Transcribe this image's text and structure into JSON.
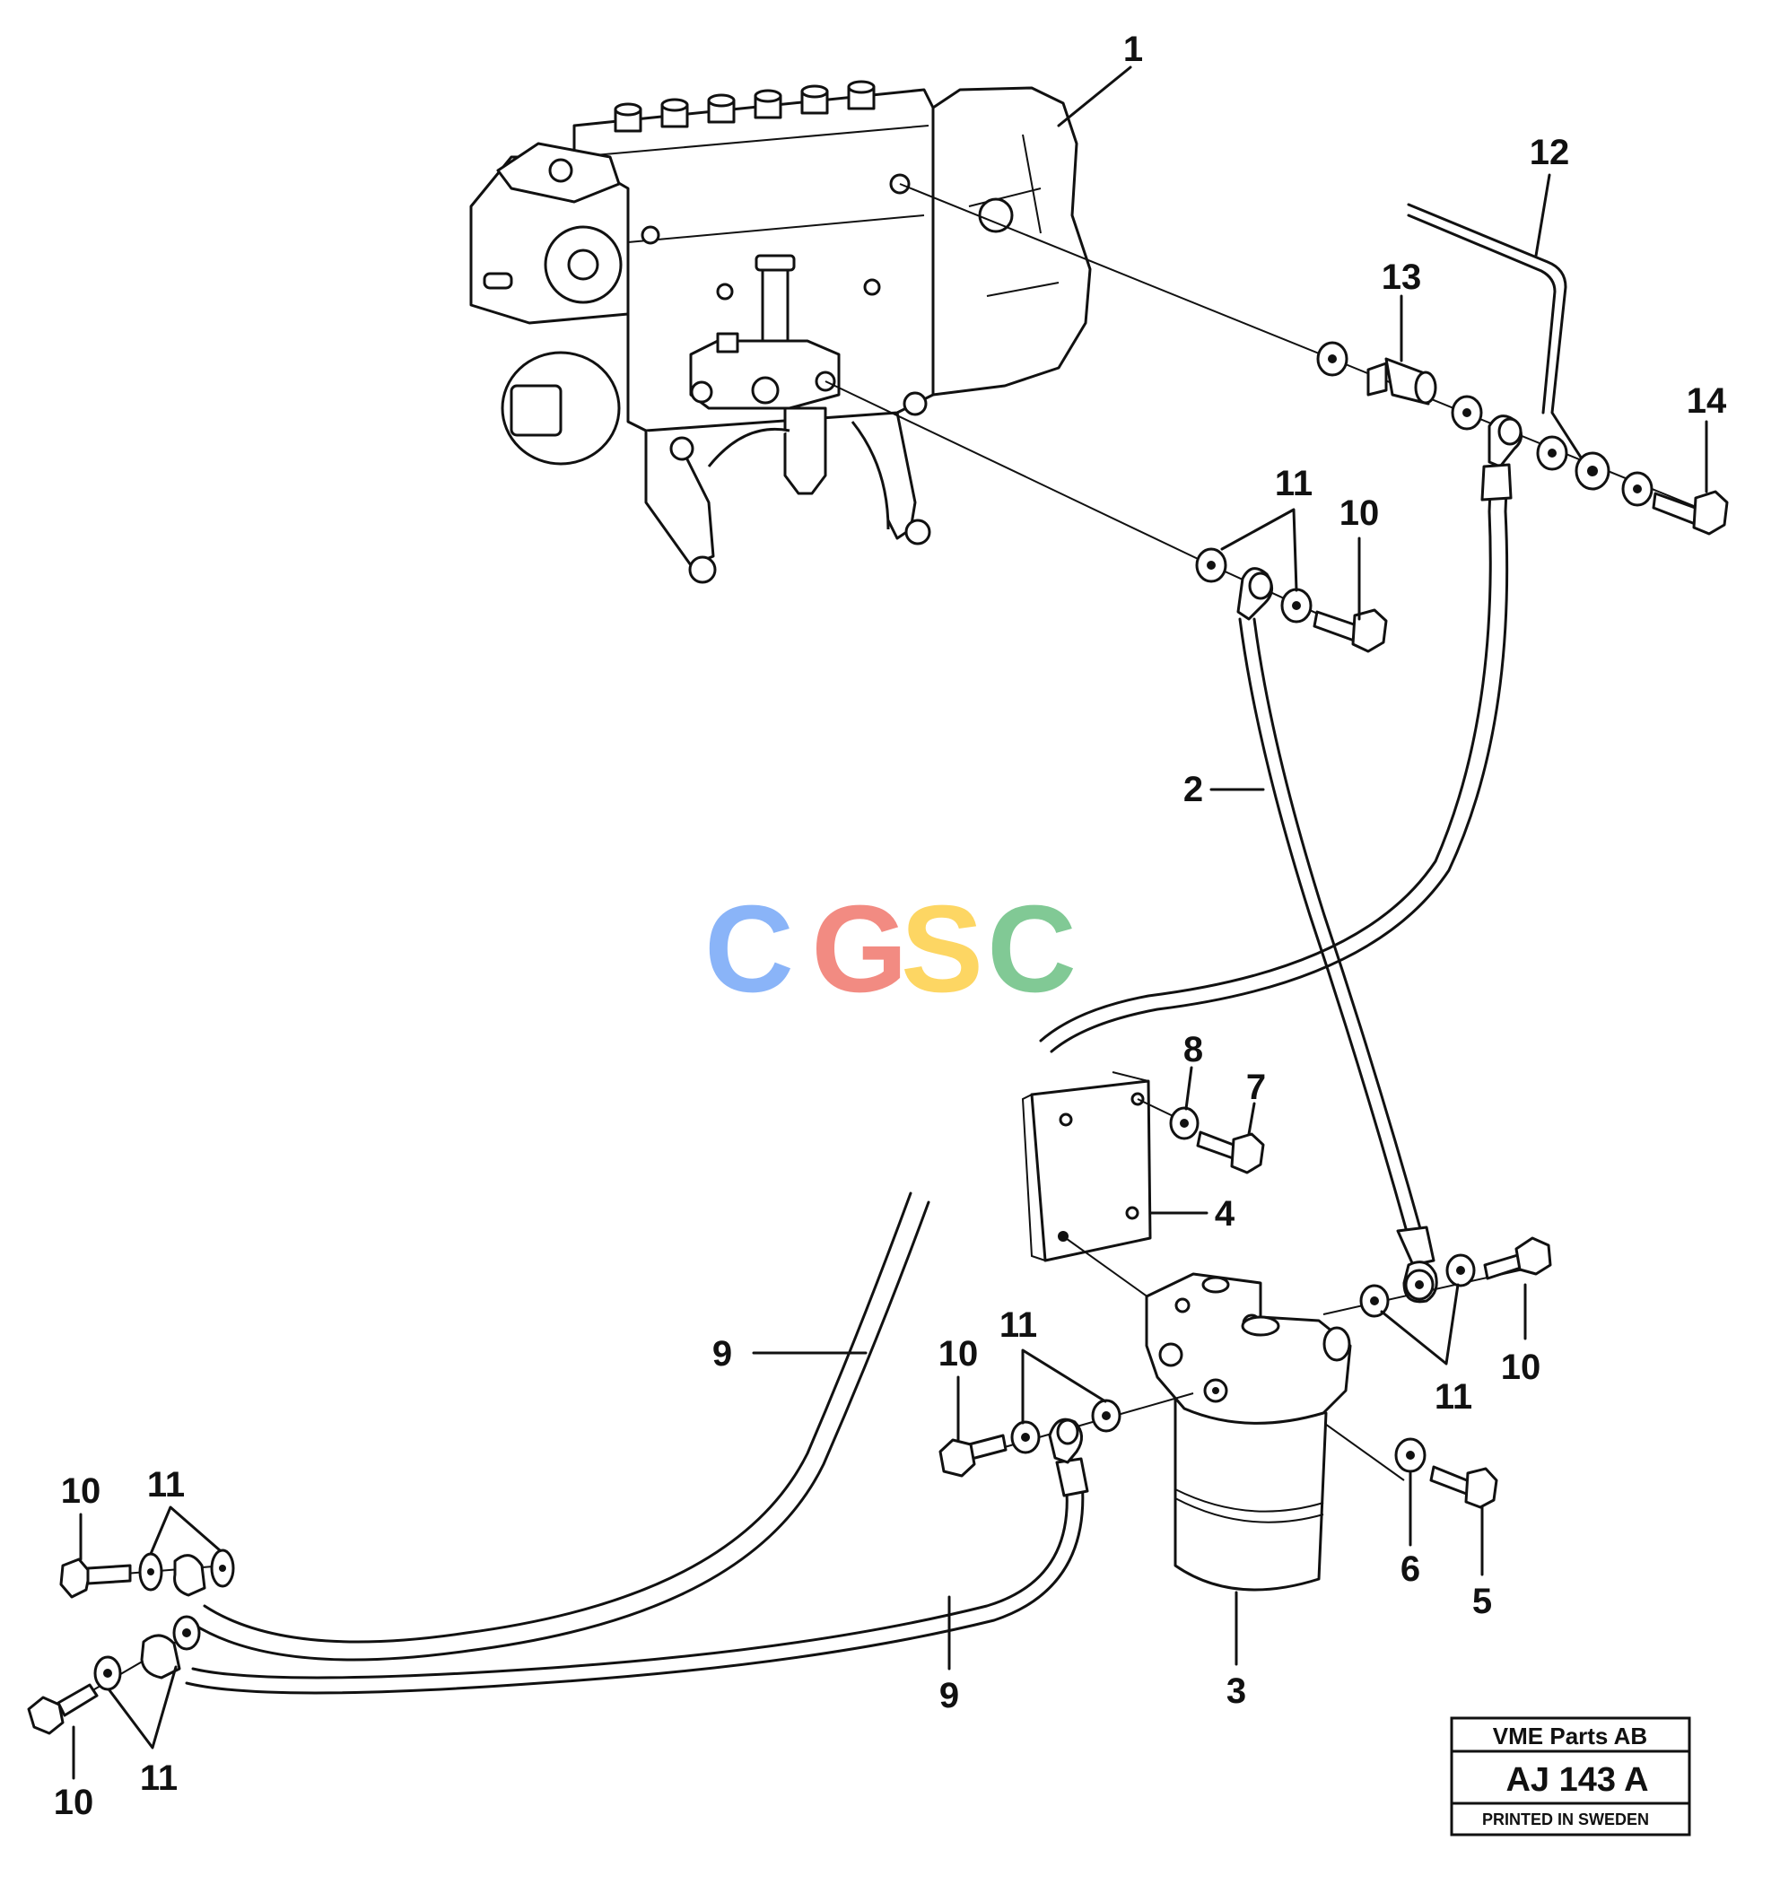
{
  "callouts": {
    "c1": "1",
    "c2": "2",
    "c3": "3",
    "c4": "4",
    "c5": "5",
    "c6": "6",
    "c7": "7",
    "c8": "8",
    "c9a": "9",
    "c9b": "9",
    "c10a": "10",
    "c10b": "10",
    "c10c": "10",
    "c10d": "10",
    "c10e": "10",
    "c11a": "11",
    "c11b": "11",
    "c11c": "11",
    "c11d": "11",
    "c11e": "11",
    "c12": "12",
    "c13": "13",
    "c14": "14"
  },
  "watermark": {
    "letters": [
      "C",
      "G",
      "S",
      "C"
    ],
    "colors": [
      "#8ab4f8",
      "#f28b82",
      "#fdd663",
      "#81c995"
    ]
  },
  "title_block": {
    "company": "VME Parts AB",
    "code": "AJ 143 A",
    "printed": "PRINTED IN SWEDEN"
  }
}
